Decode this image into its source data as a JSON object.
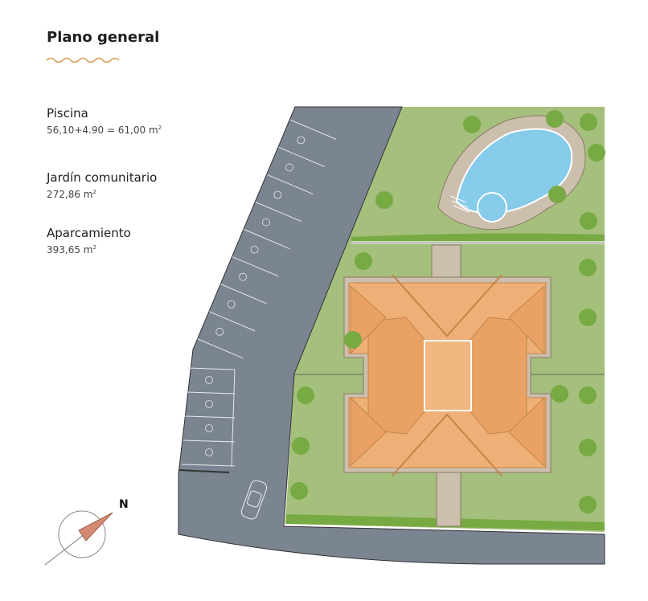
{
  "page": {
    "title": "Plano general"
  },
  "areas": [
    {
      "name": "Piscina",
      "value": "56,10+4.90 = 61,00 m",
      "unit_sup": "2"
    },
    {
      "name": "Jardín comunitario",
      "value": "272,86 m",
      "unit_sup": "2"
    },
    {
      "name": "Aparcamiento",
      "value": "393,65 m",
      "unit_sup": "2"
    }
  ],
  "compass": {
    "label": "N"
  },
  "colors": {
    "accent": "#d9a25a",
    "road": "#7b8491",
    "grass": "#a5bf7c",
    "bush": "#77aa42",
    "roof": "#efb077",
    "roof_dark": "#e9a263",
    "gravel": "#cdbfae",
    "pool": "#86cbe9"
  }
}
